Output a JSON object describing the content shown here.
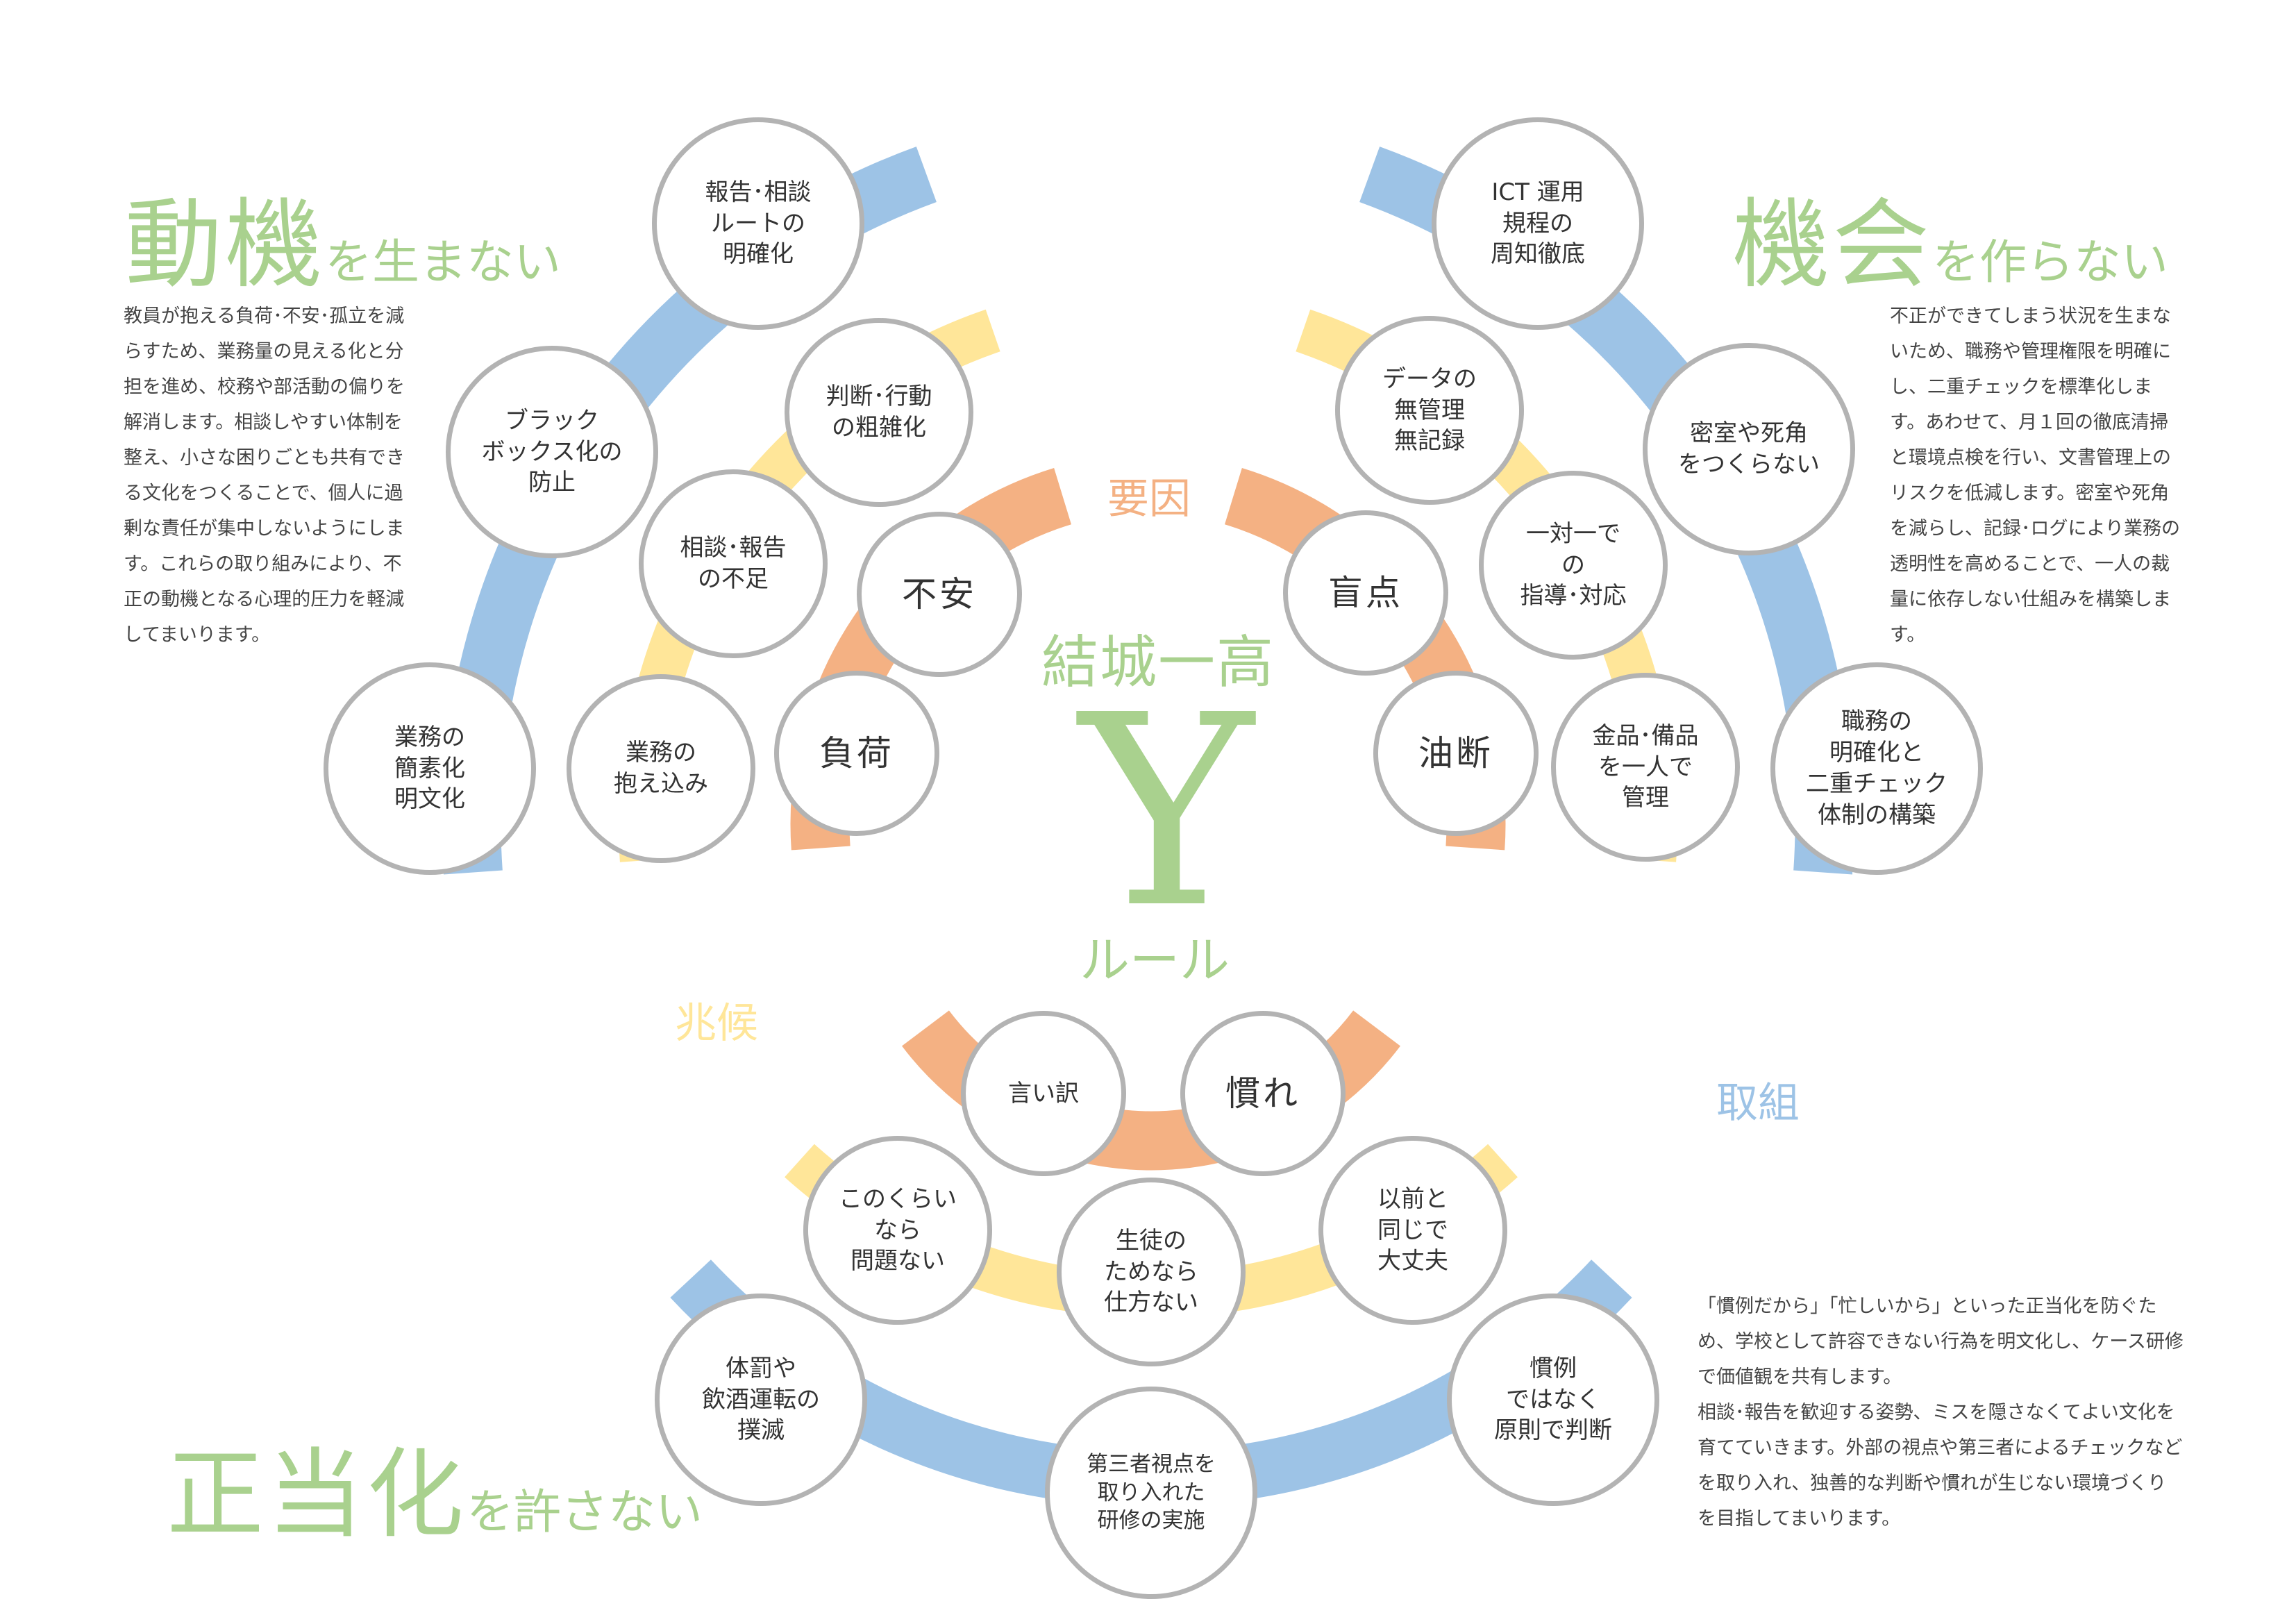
{
  "colors": {
    "blue": "#9dc3e6",
    "yellow": "#ffe699",
    "orange": "#f4b183",
    "green": "#a9d18e",
    "circle_border": "#b3b3b3"
  },
  "center": {
    "school": "結城一高",
    "logo_letter": "Y",
    "rule": "ルール"
  },
  "labels": {
    "factors": "要因",
    "signs": "兆候",
    "actions": "取組"
  },
  "motive": {
    "title_big": "動機",
    "title_small": "を生まない",
    "description": "教員が抱える負荷･不安･孤立を減らすため、業務量の見える化と分担を進め、校務や部活動の偏りを解消します。相談しやすい体制を整え、小さな困りごとも共有できる文化をつくることで、個人に過剰な責任が集中しないようにします。これらの取り組みにより、不正の動機となる心理的圧力を軽減してまいります。",
    "actions": [
      "報告･相談\nルートの\n明確化",
      "ブラック\nボックス化の\n防止",
      "業務の\n簡素化\n明文化"
    ],
    "signs": [
      "判断･行動\nの粗雑化",
      "相談･報告\nの不足",
      "業務の\n抱え込み"
    ],
    "factors": [
      "不安",
      "負荷"
    ]
  },
  "opportunity": {
    "title_big": "機会",
    "title_small": "を作らない",
    "description": "不正ができてしまう状況を生まないため、職務や管理権限を明確にし、二重チェックを標準化します。あわせて、月１回の徹底清掃と環境点検を行い、文書管理上のリスクを低減します。密室や死角を減らし、記録･ログにより業務の透明性を高めることで、一人の裁量に依存しない仕組みを構築します。",
    "actions": [
      "ICT 運用\n規程の\n周知徹底",
      "密室や死角\nをつくらない",
      "職務の\n明確化と\n二重チェック\n体制の構築"
    ],
    "signs": [
      "データの\n無管理\n無記録",
      "一対一で\nの\n指導･対応",
      "金品･備品\nを一人で\n管理"
    ],
    "factors": [
      "盲点",
      "油断"
    ]
  },
  "rationalization": {
    "title_big": "正当化",
    "title_small": "を許さない",
    "description": [
      "「慣例だから」「忙しいから」といった正当化を防ぐため、学校として許容できない行為を明文化し、ケース研修で価値観を共有します。",
      "相談･報告を歓迎する姿勢、ミスを隠さなくてよい文化を育てていきます。外部の視点や第三者によるチェックなどを取り入れ、独善的な判断や慣れが生じない環境づくりを目指してまいります。"
    ],
    "actions": [
      "体罰や\n飲酒運転の\n撲滅",
      "第三者視点を\n取り入れた\n研修の実施",
      "慣例\nではなく\n原則で判断"
    ],
    "signs": [
      "このくらい\nなら\n問題ない",
      "生徒の\nためなら\n仕方ない",
      "以前と\n同じで\n大丈夫"
    ],
    "factors": [
      "言い訳",
      "慣れ"
    ]
  }
}
